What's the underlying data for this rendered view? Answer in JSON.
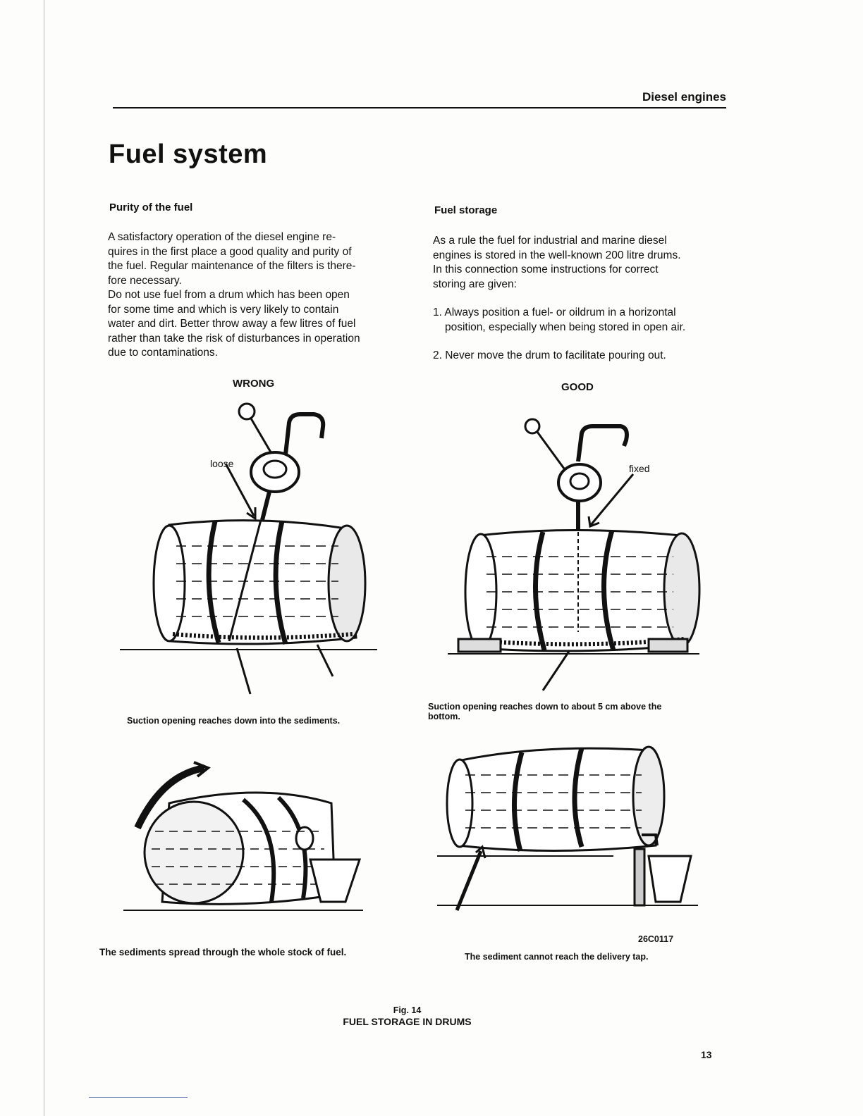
{
  "header": {
    "title": "Diesel engines"
  },
  "page_title": "Fuel system",
  "left": {
    "heading": "Purity of the fuel",
    "para1": [
      "A satisfactory operation of the diesel engine re-",
      "quires in the first place a good quality and purity of",
      "the fuel. Regular maintenance of the filters is there-",
      "fore necessary."
    ],
    "para2": [
      "Do not use fuel from a drum which has been open",
      "for some time and which is very likely to contain",
      "water and dirt. Better throw away a few litres of fuel",
      "rather than take the risk of disturbances in operation",
      "due to contaminations."
    ]
  },
  "right": {
    "heading": "Fuel storage",
    "intro": [
      "As a rule the fuel for industrial and marine diesel",
      "engines is stored in the well-known 200 litre drums.",
      "In this connection some instructions for correct",
      "storing are given:"
    ],
    "item1": [
      "1. Always position a fuel- or oildrum in a horizontal",
      "position, especially when being stored in open air."
    ],
    "item2": "2. Never move the drum to facilitate pouring out."
  },
  "figures": {
    "wrong_label": "WRONG",
    "good_label": "GOOD",
    "loose_label": "loose",
    "fixed_label": "fixed",
    "caption_wrong_1": "Suction opening reaches down into the sediments.",
    "caption_good_1": [
      "Suction opening reaches down to about 5 cm above the",
      "bottom."
    ],
    "caption_wrong_2": "The sediments spread through the whole stock of fuel.",
    "caption_good_2": "The sediment cannot reach the delivery tap.",
    "figure_code": "26C0117",
    "fig_number": "Fig. 14",
    "fig_title": "FUEL STORAGE IN DRUMS"
  },
  "page_number": "13"
}
